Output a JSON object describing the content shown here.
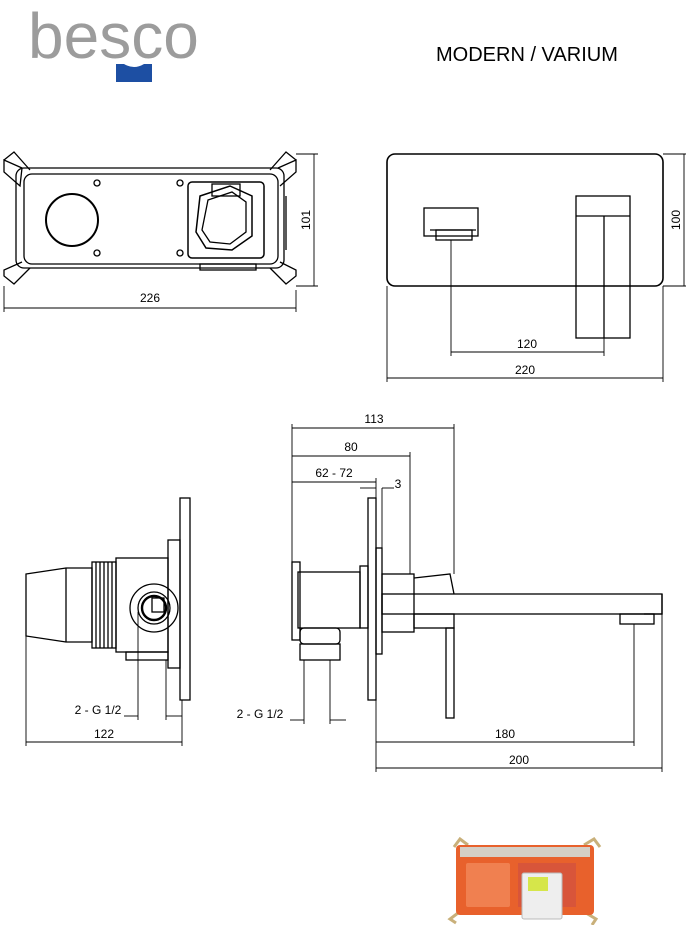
{
  "brand": {
    "name": "besco",
    "logo_color": "#9c9c9c",
    "accent_color": "#1d4fa3"
  },
  "series_title": "MODERN / VARIUM",
  "dimensions": {
    "body_width": "226",
    "body_height": "101",
    "plate_height": "100",
    "spout_offset": "120",
    "plate_width": "220",
    "total_depth": "113",
    "depth_80": "80",
    "wall_range": "62 - 72",
    "plate_thickness": "3",
    "thread_left": "2 - G 1/2",
    "body_depth": "122",
    "thread_center": "2 - G 1/2",
    "spout_reach": "180",
    "total_reach": "200"
  },
  "photo": {
    "icon": "concealed-body-photo",
    "body_color": "#e8612c"
  }
}
